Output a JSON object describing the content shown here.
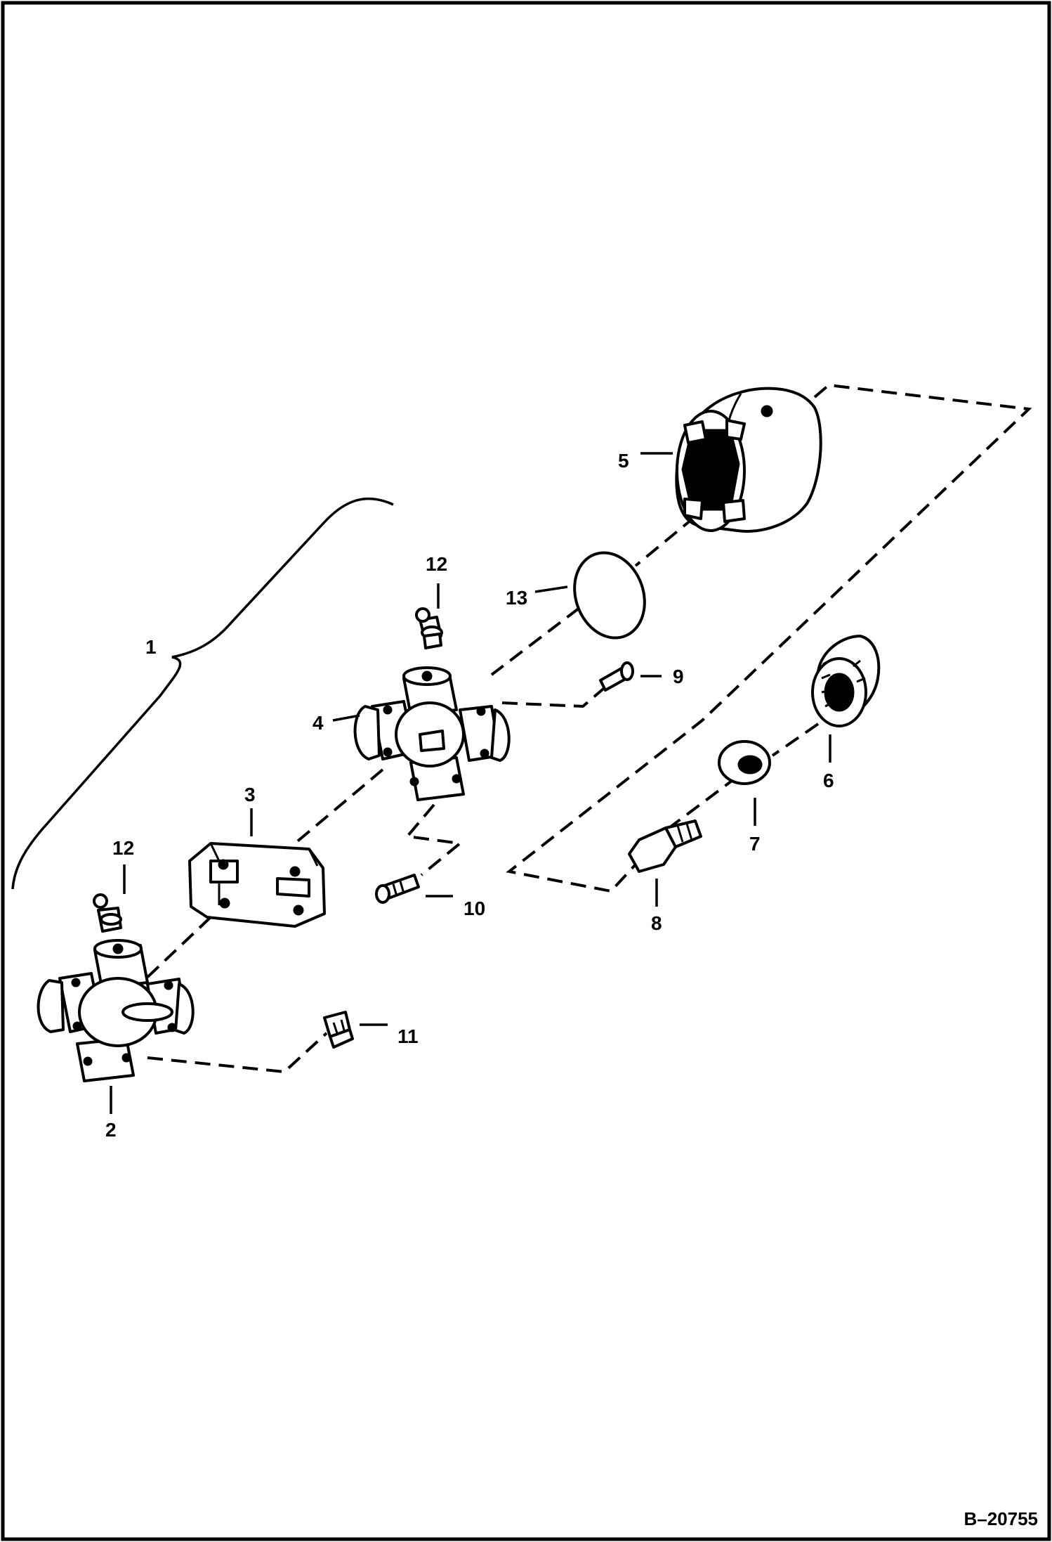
{
  "callouts": {
    "c1": "1",
    "c2": "2",
    "c3": "3",
    "c4": "4",
    "c5": "5",
    "c6": "6",
    "c7": "7",
    "c8": "8",
    "c9": "9",
    "c10": "10",
    "c11": "11",
    "c12a": "12",
    "c12b": "12",
    "c13": "13"
  },
  "figure_ref": "B–20755"
}
